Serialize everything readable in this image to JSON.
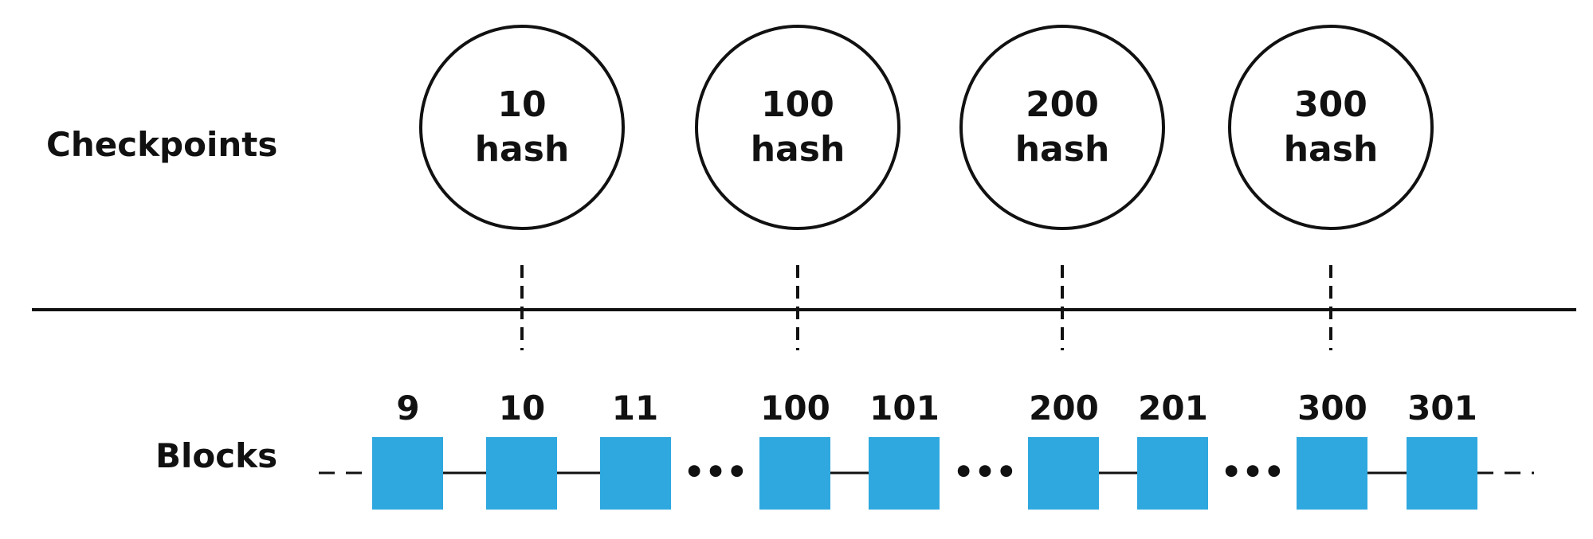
{
  "labels": {
    "checkpoints": "Checkpoints",
    "blocks": "Blocks"
  },
  "checkpoints": [
    {
      "number": "10",
      "text": "hash"
    },
    {
      "number": "100",
      "text": "hash"
    },
    {
      "number": "200",
      "text": "hash"
    },
    {
      "number": "300",
      "text": "hash"
    }
  ],
  "blocks": [
    "9",
    "10",
    "11",
    "100",
    "101",
    "200",
    "201",
    "300",
    "301"
  ],
  "ellipsis": "•••",
  "colors": {
    "block_fill": "#2fa8df",
    "line": "#111111",
    "background": "#ffffff"
  }
}
